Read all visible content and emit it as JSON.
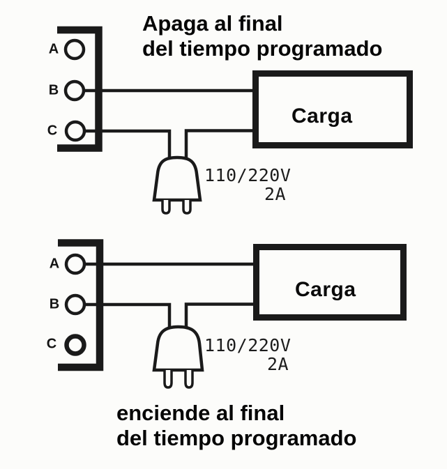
{
  "figure": {
    "type": "wiring-diagram",
    "background_color": "#fcfcfa",
    "ink_color": "#1a1a1a"
  },
  "diagrams": [
    {
      "caption": "Apaga al final\ndel tiempo programado",
      "load_label": "Carga",
      "rating_line1": "110/220V",
      "rating_line2": "2A",
      "terminals": [
        {
          "label": "A",
          "connected": false
        },
        {
          "label": "B",
          "connected": true,
          "connects_to": "load"
        },
        {
          "label": "C",
          "connected": true,
          "connects_to": "plug-and-load"
        }
      ]
    },
    {
      "caption": "enciende al final\ndel tiempo programado",
      "load_label": "Carga",
      "rating_line1": "110/220V",
      "rating_line2": "2A",
      "terminals": [
        {
          "label": "A",
          "connected": true,
          "connects_to": "load"
        },
        {
          "label": "B",
          "connected": true,
          "connects_to": "plug-and-load"
        },
        {
          "label": "C",
          "connected": false
        }
      ]
    }
  ]
}
